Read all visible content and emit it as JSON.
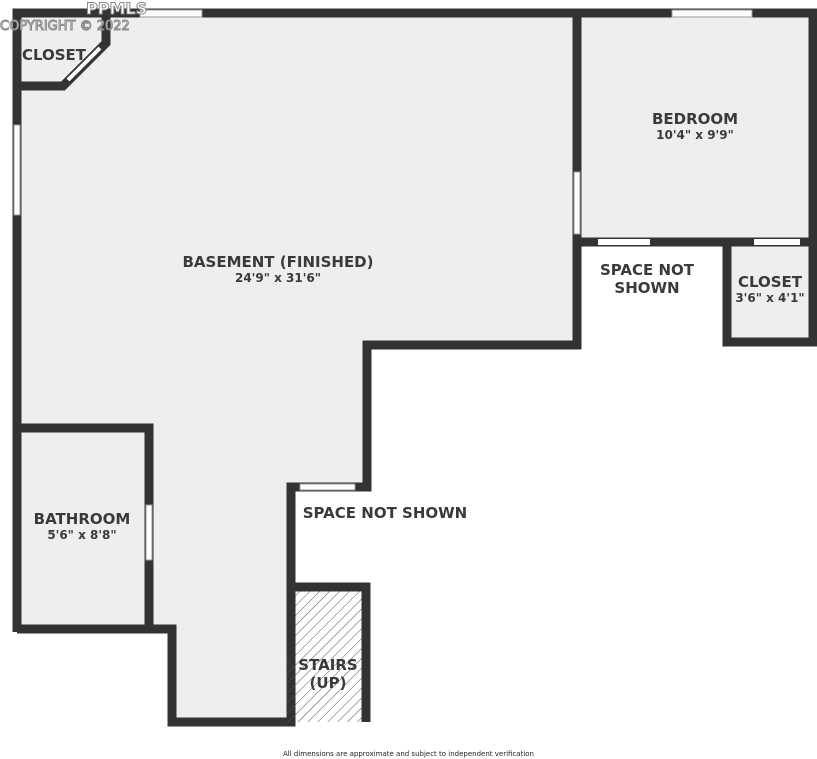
{
  "watermark": {
    "brand": "PPMLS",
    "copyright": "COPYRIGHT © 2022"
  },
  "rooms": [
    {
      "name": "BASEMENT (FINISHED)",
      "dims": "24'9\" x 31'6\""
    },
    {
      "name": "BEDROOM",
      "dims": "10'4\" x 9'9\""
    },
    {
      "name": "CLOSET",
      "dims": "3'6\" x 4'1\""
    },
    {
      "name": "BATHROOM",
      "dims": "5'6\" x 8'8\""
    },
    {
      "name": "CLOSET",
      "dims": ""
    },
    {
      "name": "STAIRS",
      "dims": "(UP)"
    }
  ],
  "unshown": [
    "SPACE NOT SHOWN",
    "SPACE NOT SHOWN"
  ],
  "colors": {
    "wall": "#333333",
    "floor": "#eeeeee"
  },
  "footer": "All dimensions are approximate and subject to independent verification"
}
